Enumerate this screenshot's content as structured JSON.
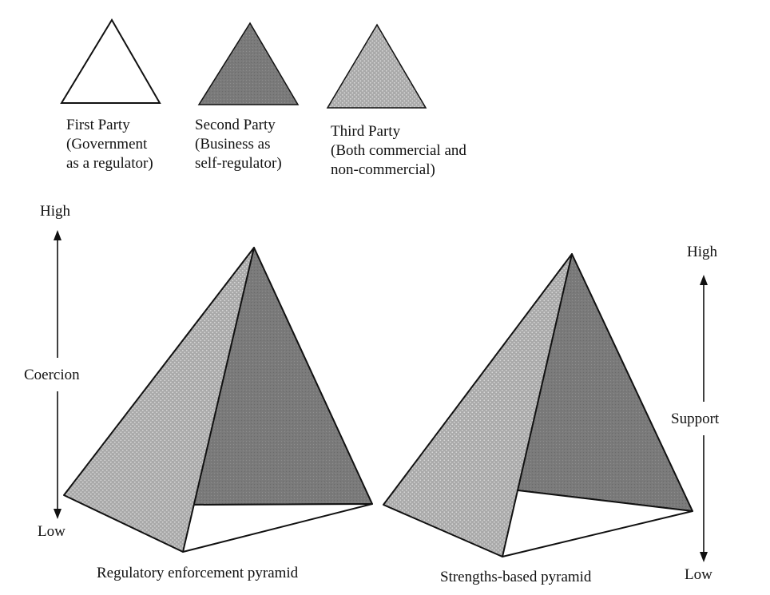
{
  "legend": [
    {
      "key": "first_party",
      "fill": "white",
      "lines": [
        "First Party",
        "(Government",
        "as a regulator)"
      ]
    },
    {
      "key": "second_party",
      "fill": "dark-shaded",
      "lines": [
        "Second Party",
        "(Business as",
        "self-regulator)"
      ]
    },
    {
      "key": "third_party",
      "fill": "dotted",
      "lines": [
        "Third Party",
        "(Both commercial and",
        "non-commercial)"
      ]
    }
  ],
  "left_axis": {
    "high": "High",
    "low": "Low",
    "label": "Coercion"
  },
  "right_axis": {
    "high": "High",
    "low": "Low",
    "label": "Support"
  },
  "pyramids": {
    "left_caption": "Regulatory enforcement pyramid",
    "right_caption": "Strengths-based pyramid"
  },
  "colors": {
    "stroke": "#111111",
    "second_party_fill": "#7a7a7a",
    "third_party_fill": "#a9a9a9",
    "dot_color": "#d8d8d8",
    "white_face": "#ffffff"
  }
}
